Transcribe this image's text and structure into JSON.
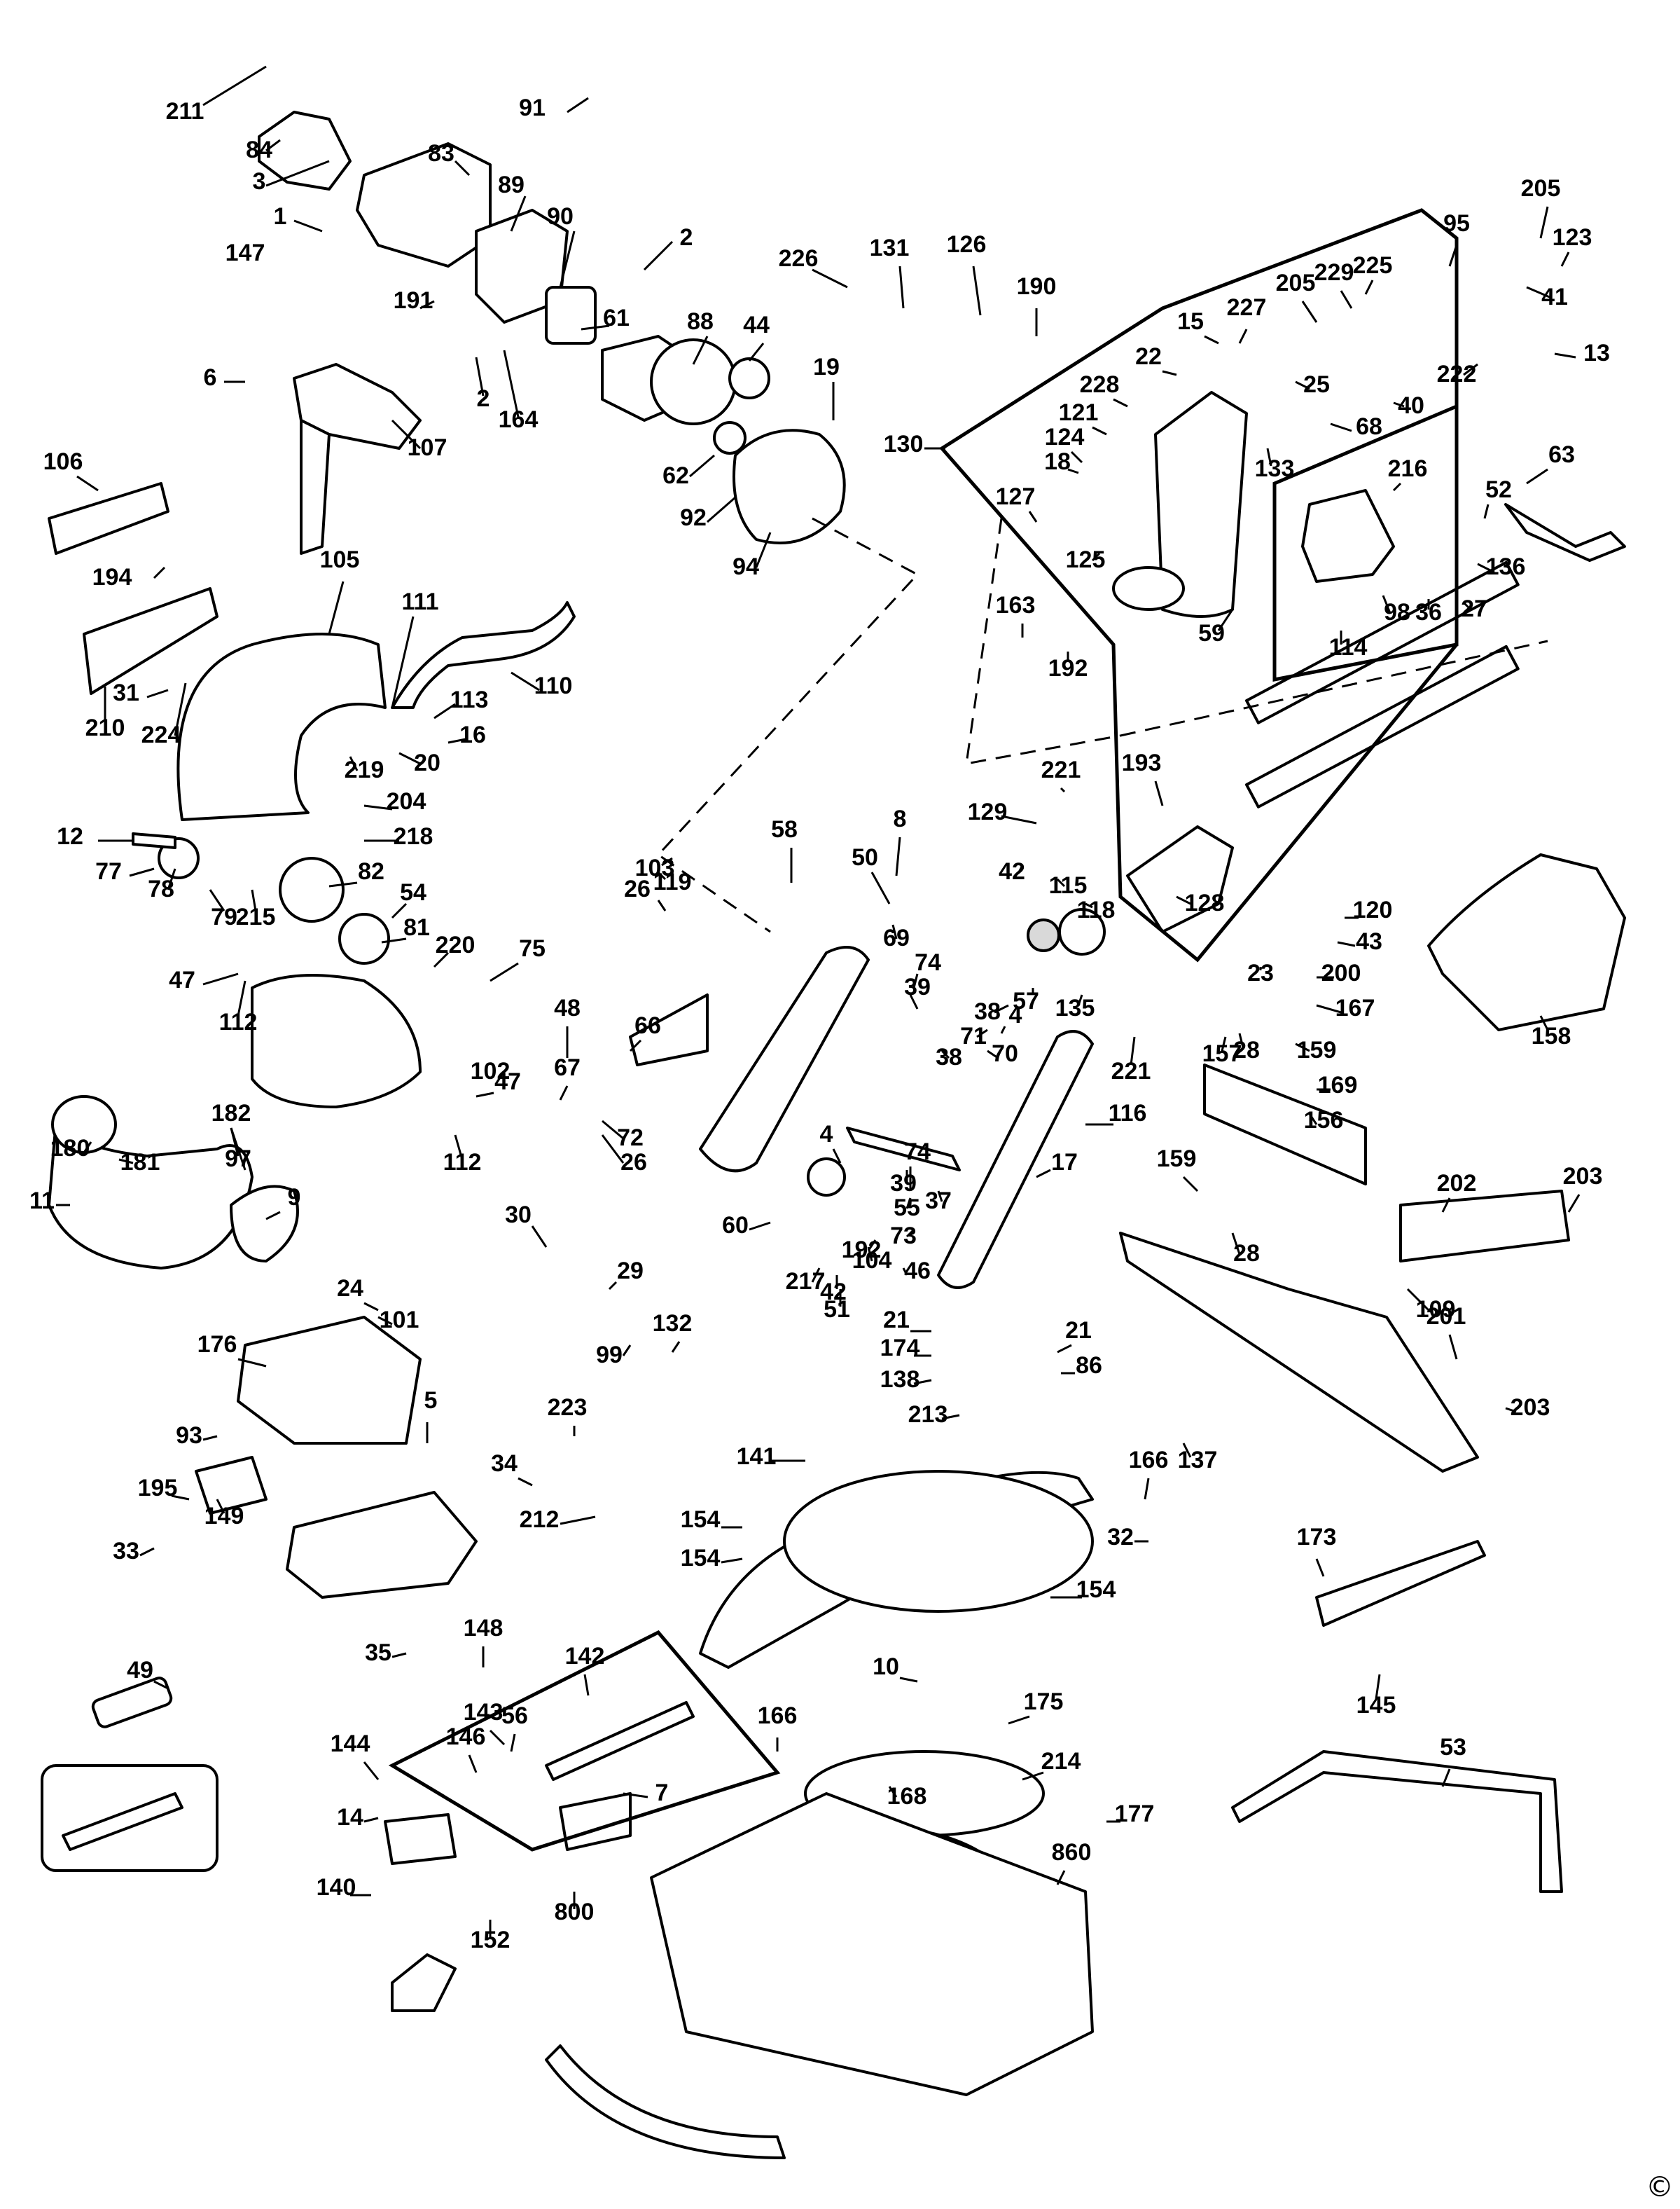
{
  "figure": {
    "title": "",
    "copyright_mark": "©"
  },
  "callouts": [
    "211",
    "91",
    "84",
    "83",
    "3",
    "89",
    "1",
    "90",
    "2",
    "147",
    "191",
    "226",
    "131",
    "126",
    "190",
    "61",
    "88",
    "44",
    "19",
    "6",
    "2",
    "164",
    "107",
    "62",
    "92",
    "94",
    "106",
    "194",
    "105",
    "111",
    "110",
    "31",
    "113",
    "210",
    "224",
    "16",
    "20",
    "219",
    "204",
    "218",
    "12",
    "77",
    "78",
    "79",
    "215",
    "82",
    "54",
    "81",
    "220",
    "75",
    "47",
    "112",
    "48",
    "66",
    "67",
    "72",
    "47",
    "112",
    "102",
    "97",
    "26",
    "26",
    "103",
    "119",
    "58",
    "8",
    "50",
    "69",
    "74",
    "39",
    "38",
    "4",
    "71",
    "70",
    "38",
    "4",
    "74",
    "39",
    "55",
    "73",
    "46",
    "192",
    "37",
    "104",
    "217",
    "42",
    "51",
    "60",
    "116",
    "17",
    "42",
    "115",
    "118",
    "135",
    "57",
    "221",
    "221",
    "129",
    "163",
    "192",
    "193",
    "128",
    "95",
    "205",
    "123",
    "41",
    "222",
    "13",
    "15",
    "227",
    "205",
    "229",
    "225",
    "22",
    "228",
    "121",
    "124",
    "18",
    "127",
    "125",
    "130",
    "133",
    "68",
    "40",
    "25",
    "59",
    "63",
    "52",
    "136",
    "216",
    "98",
    "36",
    "27",
    "114",
    "120",
    "43",
    "23",
    "200",
    "167",
    "157",
    "28",
    "159",
    "158",
    "169",
    "156",
    "159",
    "28",
    "202",
    "203",
    "109",
    "203",
    "201",
    "180",
    "181",
    "182",
    "11",
    "9",
    "30",
    "29",
    "99",
    "24",
    "101",
    "176",
    "93",
    "195",
    "149",
    "5",
    "33",
    "34",
    "223",
    "212",
    "132",
    "21",
    "174",
    "138",
    "21",
    "86",
    "213",
    "141",
    "137",
    "32",
    "166",
    "154",
    "154",
    "154",
    "10",
    "166",
    "175",
    "214",
    "168",
    "177",
    "860",
    "173",
    "145",
    "53",
    "35",
    "49",
    "148",
    "142",
    "143",
    "56",
    "146",
    "7",
    "144",
    "14",
    "140",
    "152",
    "800"
  ]
}
